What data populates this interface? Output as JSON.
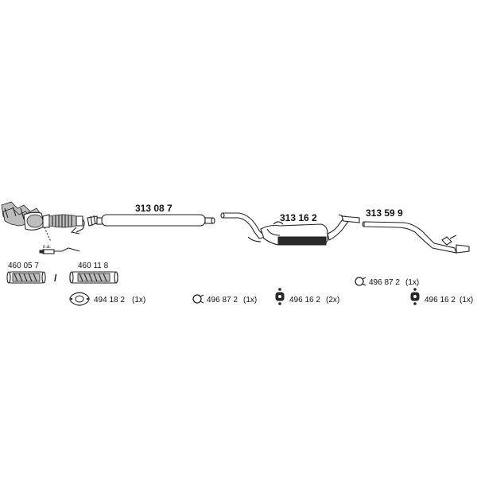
{
  "parts": {
    "main_silencer": {
      "number": "313 08 7"
    },
    "middle_silencer": {
      "number": "313 16 2"
    },
    "rear_silencer": {
      "number": "313 59 9"
    },
    "flex_pipe_a": {
      "number": "460 05 7"
    },
    "flex_pipe_b": {
      "number": "460 11 8"
    },
    "separator": "/",
    "sensor_note": "n.a."
  },
  "accessories": [
    {
      "number": "494 18 2",
      "qty": "(1x)",
      "icon": "gasket-icon"
    },
    {
      "number": "496 87 2",
      "qty": "(1x)",
      "icon": "clamp-ring-icon"
    },
    {
      "number": "496 16 2",
      "qty": "(2x)",
      "icon": "rubber-mount-icon"
    },
    {
      "number": "496 87 2",
      "qty": "(1x)",
      "icon": "clamp-ring-icon"
    },
    {
      "number": "496 16 2",
      "qty": "(1x)",
      "icon": "rubber-mount-icon"
    }
  ]
}
